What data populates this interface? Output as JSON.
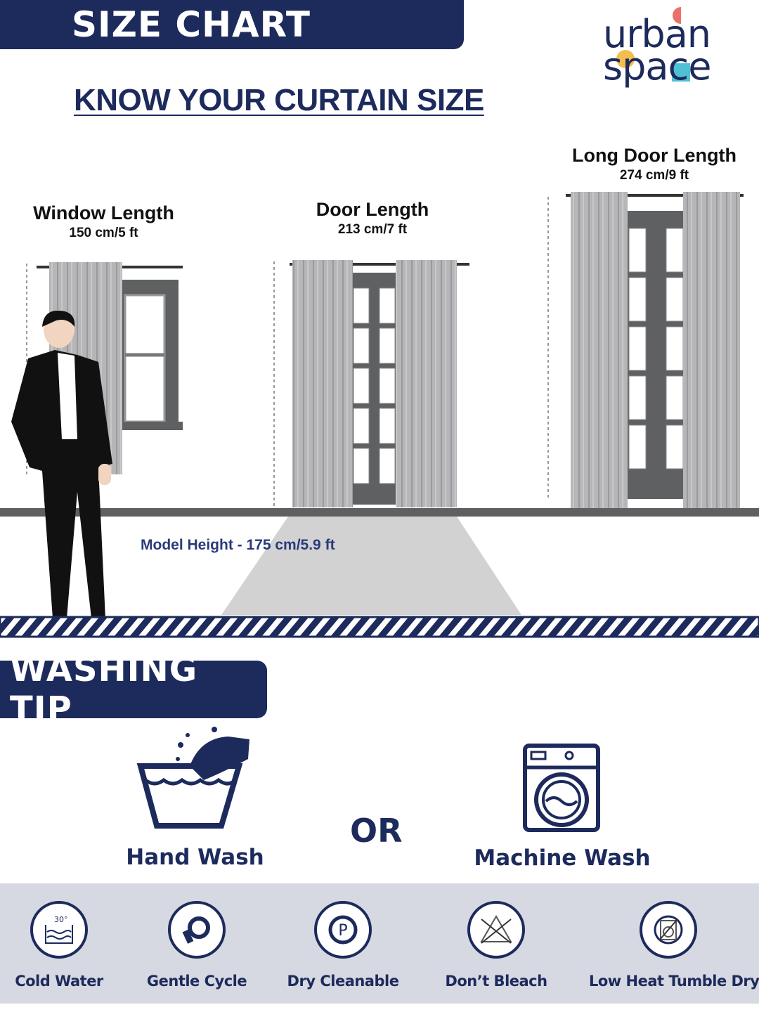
{
  "header": {
    "title": "SIZE CHART",
    "subtitle": "KNOW YOUR CURTAIN SIZE"
  },
  "logo": {
    "line1": "urban",
    "line2": "space"
  },
  "sizes": [
    {
      "title": "Window Length",
      "size": "150 cm/5 ft"
    },
    {
      "title": "Door Length",
      "size": "213 cm/7 ft"
    },
    {
      "title": "Long Door Length",
      "size": "274 cm/9 ft"
    }
  ],
  "model_height": "Model Height - 175 cm/5.9 ft",
  "washing": {
    "title": "WASHING TIP",
    "hand": "Hand Wash",
    "or": "OR",
    "machine": "Machine Wash"
  },
  "care": [
    {
      "label": "Cold Water",
      "icon": "cold-water-30-icon",
      "temp": "30°"
    },
    {
      "label": "Gentle Cycle",
      "icon": "gentle-cycle-icon"
    },
    {
      "label": "Dry Cleanable",
      "icon": "dry-clean-p-icon",
      "letter": "P"
    },
    {
      "label": "Don’t Bleach",
      "icon": "no-bleach-icon"
    },
    {
      "label": "Low Heat Tumble Dry",
      "icon": "tumble-dry-icon"
    }
  ],
  "colors": {
    "navy": "#1d2a5c",
    "curtain": "#b6b6b9",
    "floor": "#5f6062",
    "band": "#d6d9e1"
  }
}
